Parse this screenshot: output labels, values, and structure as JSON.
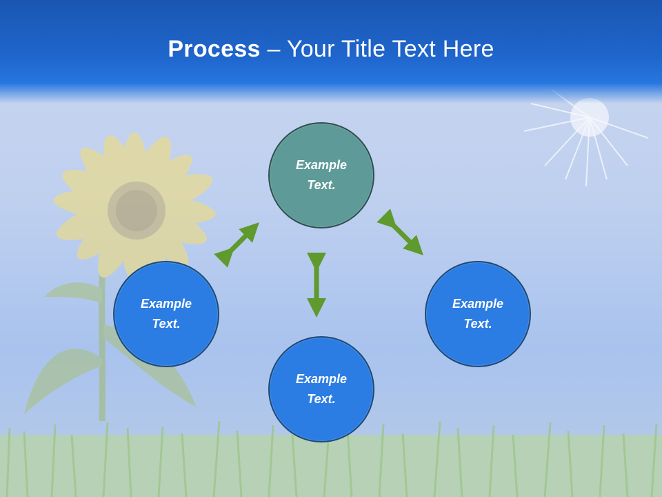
{
  "slide": {
    "title_bold": "Process",
    "title_rest": " – Your Title Text Here"
  },
  "diagram": {
    "nodes": [
      {
        "id": "top",
        "line1": "Example",
        "line2": "Text."
      },
      {
        "id": "left",
        "line1": "Example",
        "line2": "Text."
      },
      {
        "id": "right",
        "line1": "Example",
        "line2": "Text."
      },
      {
        "id": "bottom",
        "line1": "Example",
        "line2": "Text."
      }
    ],
    "colors": {
      "header": "#1f66cc",
      "node_fill": "#2c7de3",
      "node_top_fill": "#5e9a98",
      "arrow": "#5f9a2e"
    }
  }
}
